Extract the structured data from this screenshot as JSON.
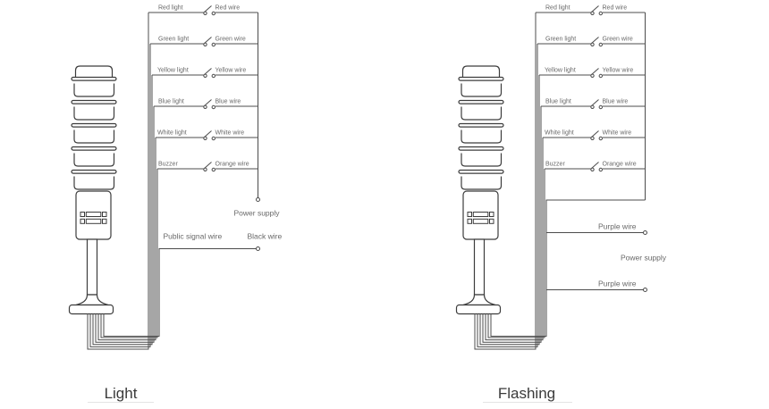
{
  "captions": {
    "left": "Light",
    "right": "Flashing"
  },
  "diagrams": [
    {
      "title": "Light",
      "rows": [
        {
          "light": "Red light",
          "wire": "Red wire"
        },
        {
          "light": "Green light",
          "wire": "Green wire"
        },
        {
          "light": "Yellow light",
          "wire": "Yellow wire"
        },
        {
          "light": "Blue light",
          "wire": "Blue wire"
        },
        {
          "light": "White light",
          "wire": "White wire"
        },
        {
          "light": "Buzzer",
          "wire": "Orange wire"
        }
      ],
      "power_supply": "Power supply",
      "public_signal_wire": "Public signal wire",
      "black_wire": "Black wire"
    },
    {
      "title": "Flashing",
      "rows": [
        {
          "light": "Red light",
          "wire": "Red wire"
        },
        {
          "light": "Green light",
          "wire": "Green wire"
        },
        {
          "light": "Yellow light",
          "wire": "Yellow wire"
        },
        {
          "light": "Blue light",
          "wire": "Blue wire"
        },
        {
          "light": "White light",
          "wire": "White wire"
        },
        {
          "light": "Buzzer",
          "wire": "Orange wire"
        }
      ],
      "purple_wire_top": "Purple wire",
      "power_supply": "Power supply",
      "purple_wire_bottom": "Purple wire"
    }
  ],
  "colors": {
    "wire": "#4c4c4c",
    "outline": "#3c3c3c",
    "label": "#686868",
    "caption": "#3a3a3a",
    "background": "#ffffff"
  }
}
